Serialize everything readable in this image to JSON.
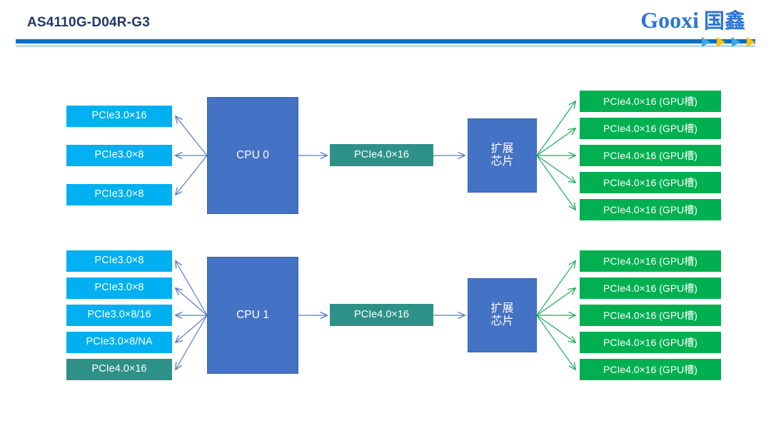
{
  "header": {
    "title": "AS4110G-D04R-G3",
    "brand_latin": "Gooxi",
    "brand_cjk": "国鑫",
    "rule_color": "#0070C0",
    "rule_accent_color": "#BDD7EE",
    "title_color": "#1F3864",
    "brand_color": "#2E75D4",
    "arrows": [
      {
        "name": "header-arrow-1",
        "color": "#41A6E0"
      },
      {
        "name": "header-arrow-2",
        "color": "#FFC000"
      },
      {
        "name": "header-arrow-3",
        "color": "#41A6E0"
      },
      {
        "name": "header-arrow-4",
        "color": "#FFC000"
      }
    ]
  },
  "palette": {
    "pcie_cyan": "#00B0F0",
    "pcie_teal": "#2E9187",
    "gpu_green": "#00B050",
    "cpu_blue": "#4472C4",
    "wire_blue": "#5B7BC8",
    "wire_green": "#22AC5C"
  },
  "diagram": {
    "type": "block-diagram",
    "groups": [
      {
        "id": "cpu0-group",
        "cpu": {
          "label": "CPU 0"
        },
        "left_slots": [
          {
            "label": "PCIe3.0×16",
            "style": "cyan"
          },
          {
            "label": "PCIe3.0×8",
            "style": "cyan"
          },
          {
            "label": "PCIe3.0×8",
            "style": "cyan"
          }
        ],
        "uplink": {
          "label": "PCIe4.0×16",
          "style": "teal"
        },
        "switch": {
          "label_line1": "扩展",
          "label_line2": "芯片"
        },
        "gpu_slots": [
          {
            "label": "PCIe4.0×16 (GPU槽)"
          },
          {
            "label": "PCIe4.0×16 (GPU槽)"
          },
          {
            "label": "PCIe4.0×16 (GPU槽)"
          },
          {
            "label": "PCIe4.0×16 (GPU槽)"
          },
          {
            "label": "PCIe4.0×16 (GPU槽)"
          }
        ]
      },
      {
        "id": "cpu1-group",
        "cpu": {
          "label": "CPU 1"
        },
        "left_slots": [
          {
            "label": "PCIe3.0×8",
            "style": "cyan"
          },
          {
            "label": "PCIe3.0×8",
            "style": "cyan"
          },
          {
            "label": "PCIe3.0×8/16",
            "style": "cyan"
          },
          {
            "label": "PCIe3.0×8/NA",
            "style": "cyan"
          },
          {
            "label": "PCIe4.0×16",
            "style": "teal"
          }
        ],
        "uplink": {
          "label": "PCIe4.0×16",
          "style": "teal"
        },
        "switch": {
          "label_line1": "扩展",
          "label_line2": "芯片"
        },
        "gpu_slots": [
          {
            "label": "PCIe4.0×16 (GPU槽)"
          },
          {
            "label": "PCIe4.0×16 (GPU槽)"
          },
          {
            "label": "PCIe4.0×16 (GPU槽)"
          },
          {
            "label": "PCIe4.0×16 (GPU槽)"
          },
          {
            "label": "PCIe4.0×16 (GPU槽)"
          }
        ]
      }
    ]
  }
}
